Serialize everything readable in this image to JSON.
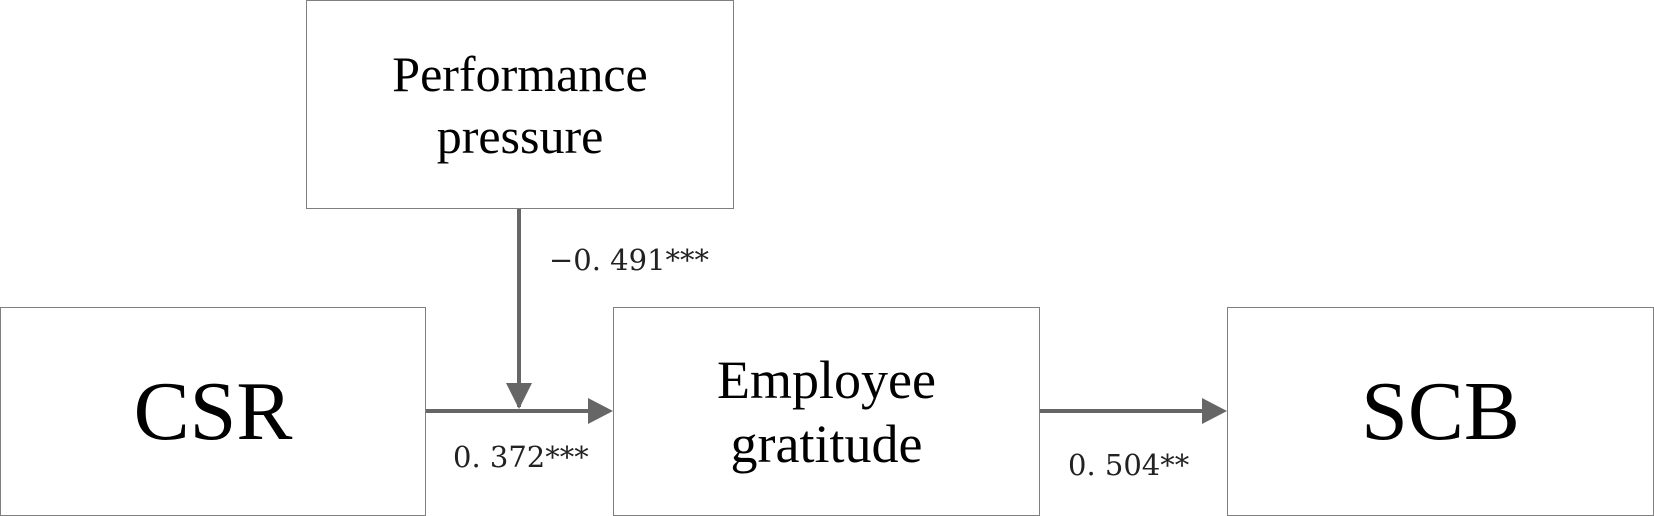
{
  "diagram": {
    "type": "moderated-mediation-model",
    "nodes": {
      "moderator": {
        "line1": "Performance",
        "line2": "pressure"
      },
      "independent": {
        "label": "CSR"
      },
      "mediator": {
        "line1": "Employee",
        "line2": "gratitude"
      },
      "dependent": {
        "label": "SCB"
      }
    },
    "paths": {
      "moderation": {
        "from": "Performance pressure",
        "to": "CSR → Employee gratitude",
        "coefficient": "−0. 491***"
      },
      "csr_to_gratitude": {
        "from": "CSR",
        "to": "Employee gratitude",
        "coefficient": "0. 372***"
      },
      "gratitude_to_scb": {
        "from": "Employee gratitude",
        "to": "SCB",
        "coefficient": "0. 504**"
      }
    },
    "colors": {
      "arrow": "#666666",
      "box_border": "#7f7f7f",
      "text": "#000000"
    }
  }
}
